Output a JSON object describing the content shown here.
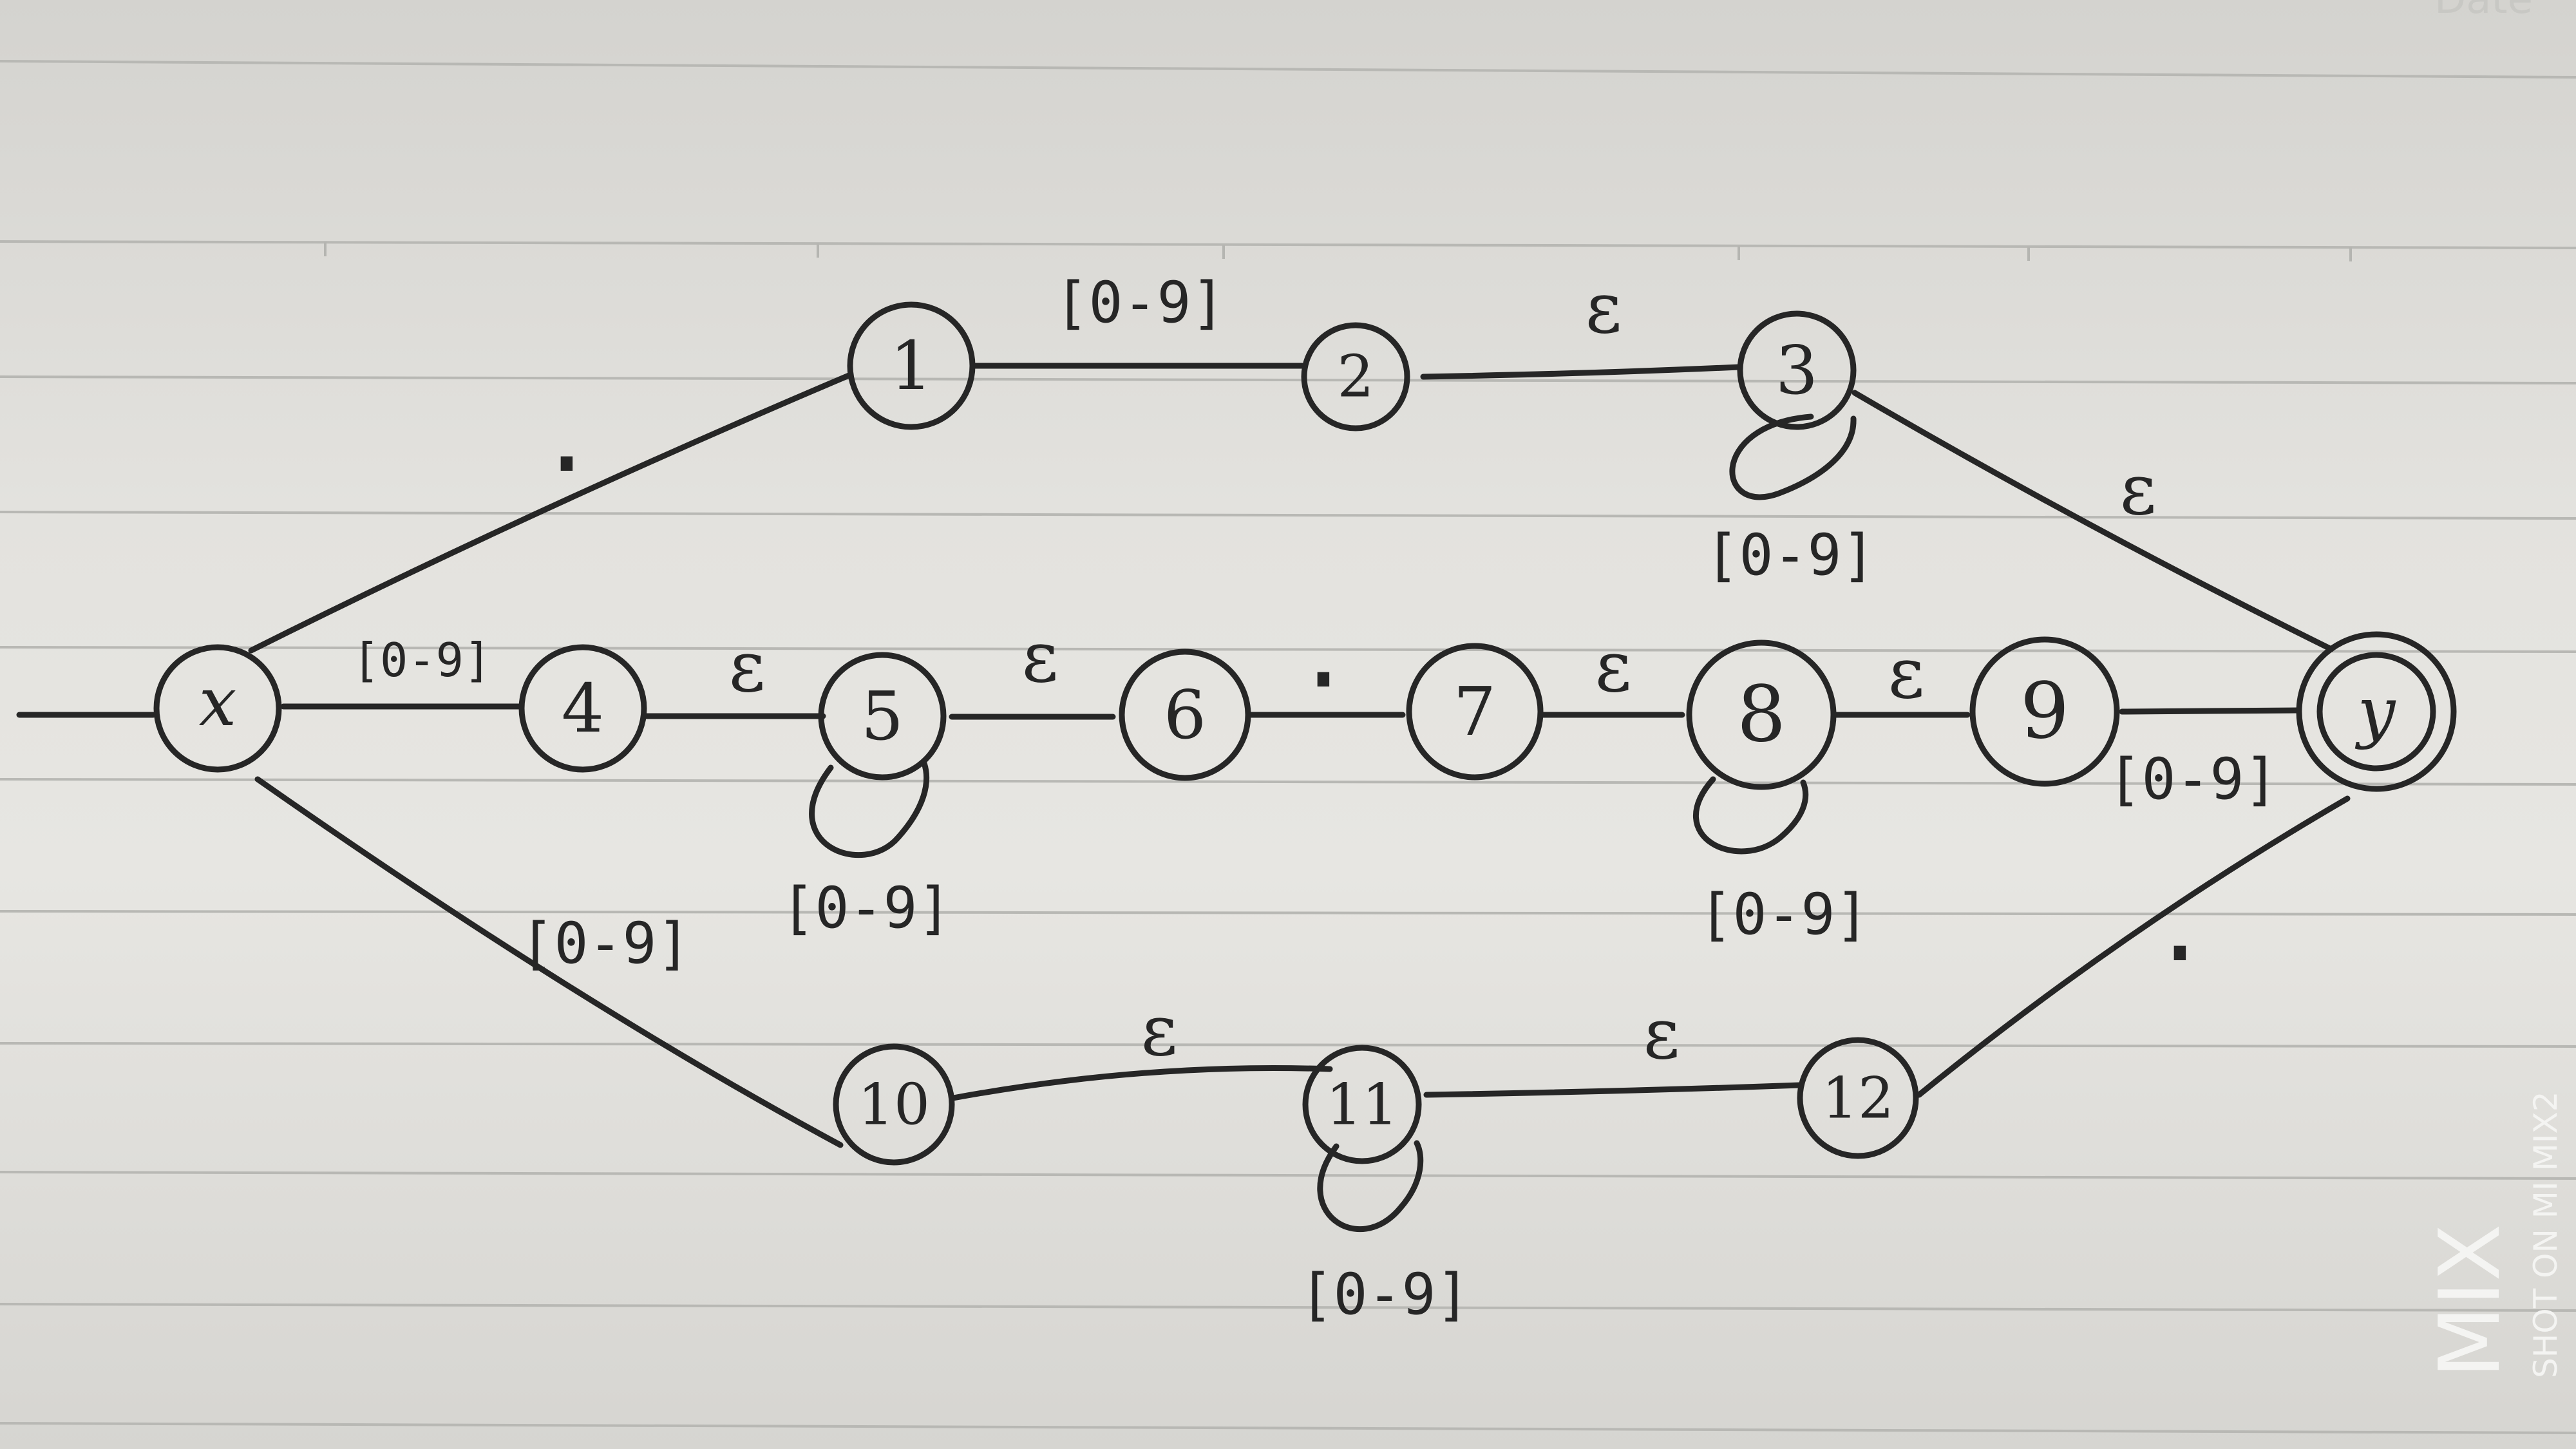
{
  "header": {
    "date_label": "Date"
  },
  "watermark": {
    "brand": "MIX",
    "caption": "SHOT ON MI MIX2"
  },
  "graph": {
    "states": [
      {
        "id": "x",
        "label": "x"
      },
      {
        "id": "1",
        "label": "1"
      },
      {
        "id": "2",
        "label": "2"
      },
      {
        "id": "3",
        "label": "3"
      },
      {
        "id": "4",
        "label": "4"
      },
      {
        "id": "5",
        "label": "5"
      },
      {
        "id": "6",
        "label": "6"
      },
      {
        "id": "7",
        "label": "7"
      },
      {
        "id": "8",
        "label": "8"
      },
      {
        "id": "9",
        "label": "9"
      },
      {
        "id": "y",
        "label": "y",
        "accepting": true
      },
      {
        "id": "10",
        "label": "10"
      },
      {
        "id": "11",
        "label": "11"
      },
      {
        "id": "12",
        "label": "12"
      }
    ],
    "start_state": "x",
    "transitions": [
      {
        "id": "x-1",
        "from": "x",
        "to": "1",
        "label": "."
      },
      {
        "id": "1-2",
        "from": "1",
        "to": "2",
        "label": "[0-9]"
      },
      {
        "id": "2-3",
        "from": "2",
        "to": "3",
        "label": "ε"
      },
      {
        "id": "3-3",
        "from": "3",
        "to": "3",
        "label": "[0-9]"
      },
      {
        "id": "3-y",
        "from": "3",
        "to": "y",
        "label": "ε"
      },
      {
        "id": "x-4",
        "from": "x",
        "to": "4",
        "label": "[0-9]"
      },
      {
        "id": "4-5",
        "from": "4",
        "to": "5",
        "label": "ε"
      },
      {
        "id": "5-5",
        "from": "5",
        "to": "5",
        "label": "[0-9]"
      },
      {
        "id": "5-6",
        "from": "5",
        "to": "6",
        "label": "ε"
      },
      {
        "id": "6-7",
        "from": "6",
        "to": "7",
        "label": "."
      },
      {
        "id": "7-8",
        "from": "7",
        "to": "8",
        "label": "ε"
      },
      {
        "id": "8-8",
        "from": "8",
        "to": "8",
        "label": "[0-9]"
      },
      {
        "id": "8-9",
        "from": "8",
        "to": "9",
        "label": "ε"
      },
      {
        "id": "9-y",
        "from": "9",
        "to": "y",
        "label": "[0-9]"
      },
      {
        "id": "x-10",
        "from": "x",
        "to": "10",
        "label": "[0-9]"
      },
      {
        "id": "10-11",
        "from": "10",
        "to": "11",
        "label": "ε"
      },
      {
        "id": "11-11",
        "from": "11",
        "to": "11",
        "label": "[0-9]"
      },
      {
        "id": "11-12",
        "from": "11",
        "to": "12",
        "label": "ε"
      },
      {
        "id": "12-y",
        "from": "12",
        "to": "y",
        "label": "."
      }
    ]
  }
}
